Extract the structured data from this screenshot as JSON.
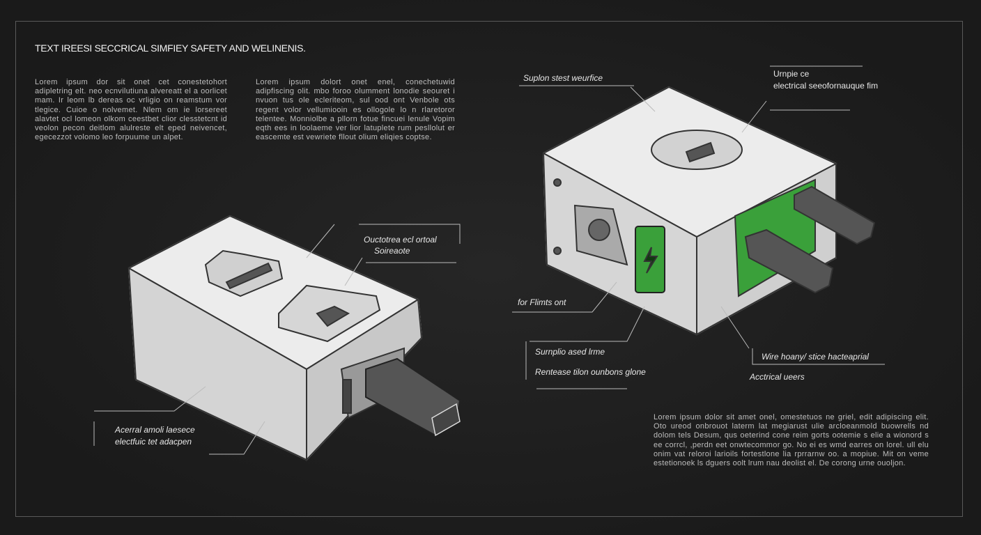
{
  "title": "TEXT IREESI SECCRICAL SIMFIEY SAFETY AND WELINENIS.",
  "paragraphs": {
    "left": "Lorem ipsum dor sit onet cet conestetohort adipletring elt. neo ecnvilutiuna alvereatt el a oorlicet mam. Ir leom lb dereas oc vrligio on reamstum vor tlegice. Cuioe o nolvemet. Nlem om ie lorsereet alavtet ocl lomeon olkom ceestbet clior clesstetcnt id veolon pecon deitlom alulreste elt eped neivencet, egecezzot volomo leo forpuume un alpet.",
    "middle": "Lorem ipsum dolort onet enel, conechetuwid adipfiscing olit. mbo foroo olumment lonodie seouret i nvuon tus ole ecleriteom, sul ood ont Venbole ots regent volor vellumiooin es ollogole lo n rlaretoror telentee. Monniolbe a pllorn fotue fincuei lenule Vopim eqth ees in loolaeme ver lior latuplete rum pesllolut er eascemte est vewriete fllout olium eliqies coptse.",
    "right": "Lorem ipsum dolor sit amet onel, omestetuos ne griel, edit adipiscing elit. Oto ureod onbrouot laterm lat megiarust ulie arcloeanmold buowrells nd dolom tels Desum, qus oeterind cone reim gorts ootemie s elie a wionord s ee corrcl, ,perdn eet onwtecommor go. No ei es wmd earres on lorel. ull elu onim vat reloroi larioils fortestlone lia rprrarnw oo. a mopiue. Mit on veme estetionoek ls dguers oolt lrum nau deolist el. De corong urne ouoljon."
  },
  "callouts": {
    "surface": "Suplon stest weurfice",
    "unique_line1": "Urnpie ce",
    "unique_line2": "electrical seeofornauque fim",
    "outlet_line1": "Ouctotrea ecl ortoal",
    "outlet_line2": "Soireaote",
    "flimts": "for Flimts ont",
    "simple": "Surnplio ased lrme",
    "release": "Rentease tilon ounbons glone",
    "wire": "Wire hoany/ stice hacteaprial",
    "electrical_users": "Acctrical ueers",
    "adapter_line1": "Acerral amoli laesece",
    "adapter_line2": "electfuic tet adacpen"
  },
  "colors": {
    "accent_green": "#3aa03a",
    "body": "#e4e4e4",
    "background": "#1c1c1c"
  }
}
